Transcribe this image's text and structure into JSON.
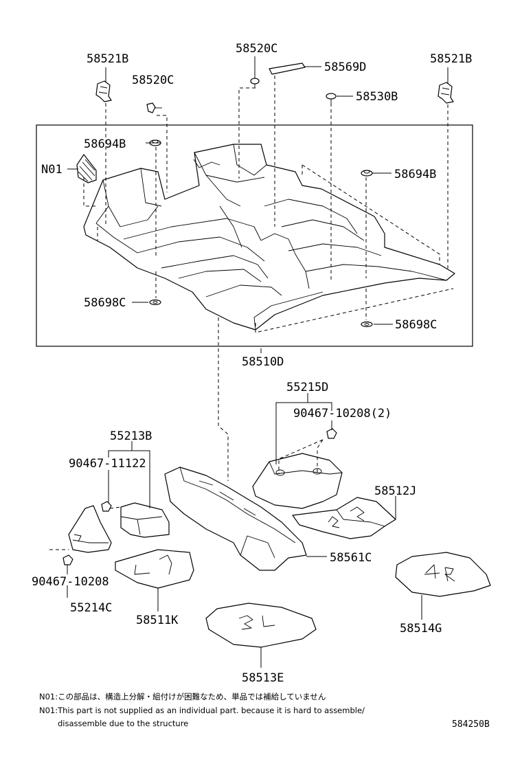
{
  "labels": {
    "p58521b_left": "58521B",
    "p58520c_top": "58520C",
    "p58569d": "58569D",
    "p58521b_right": "58521B",
    "p58520c_left": "58520C",
    "p58530b": "58530B",
    "p58694b_left": "58694B",
    "n01": "N01",
    "p58694b_right": "58694B",
    "p58698c_left": "58698C",
    "p58698c_right": "58698C",
    "p58510d": "58510D",
    "p55215d": "55215D",
    "p90467_10208_2": "90467-10208(2)",
    "p55213b": "55213B",
    "p90467_11122": "90467-11122",
    "p58512j": "58512J",
    "p58561c": "58561C",
    "p90467_10208": "90467-10208",
    "p55214c": "55214C",
    "p58511k": "58511K",
    "p58514g": "58514G",
    "p58513e": "58513E"
  },
  "notes": {
    "jp": "N01:この部品は、構造上分解・組付けが困難なため、単品では補給していません",
    "en1": "N01:This part is not supplied as an individual part.  because it is hard to assemble/",
    "en2": "disassemble due to the structure"
  },
  "diagram_code": "584250B"
}
